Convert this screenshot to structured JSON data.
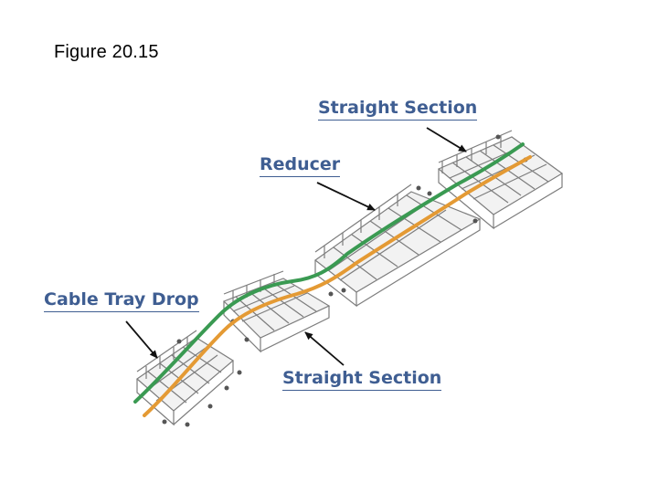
{
  "figure_title": "Figure 20.15",
  "labels": {
    "straight_section_top": "Straight Section",
    "reducer": "Reducer",
    "cable_tray_drop": "Cable Tray Drop",
    "straight_section_bottom": "Straight Section"
  },
  "colors": {
    "label_text": "#3f5e92",
    "cable_green": "#3a9a52",
    "cable_orange": "#e49a34",
    "tray_wire": "#7d7d7d"
  }
}
